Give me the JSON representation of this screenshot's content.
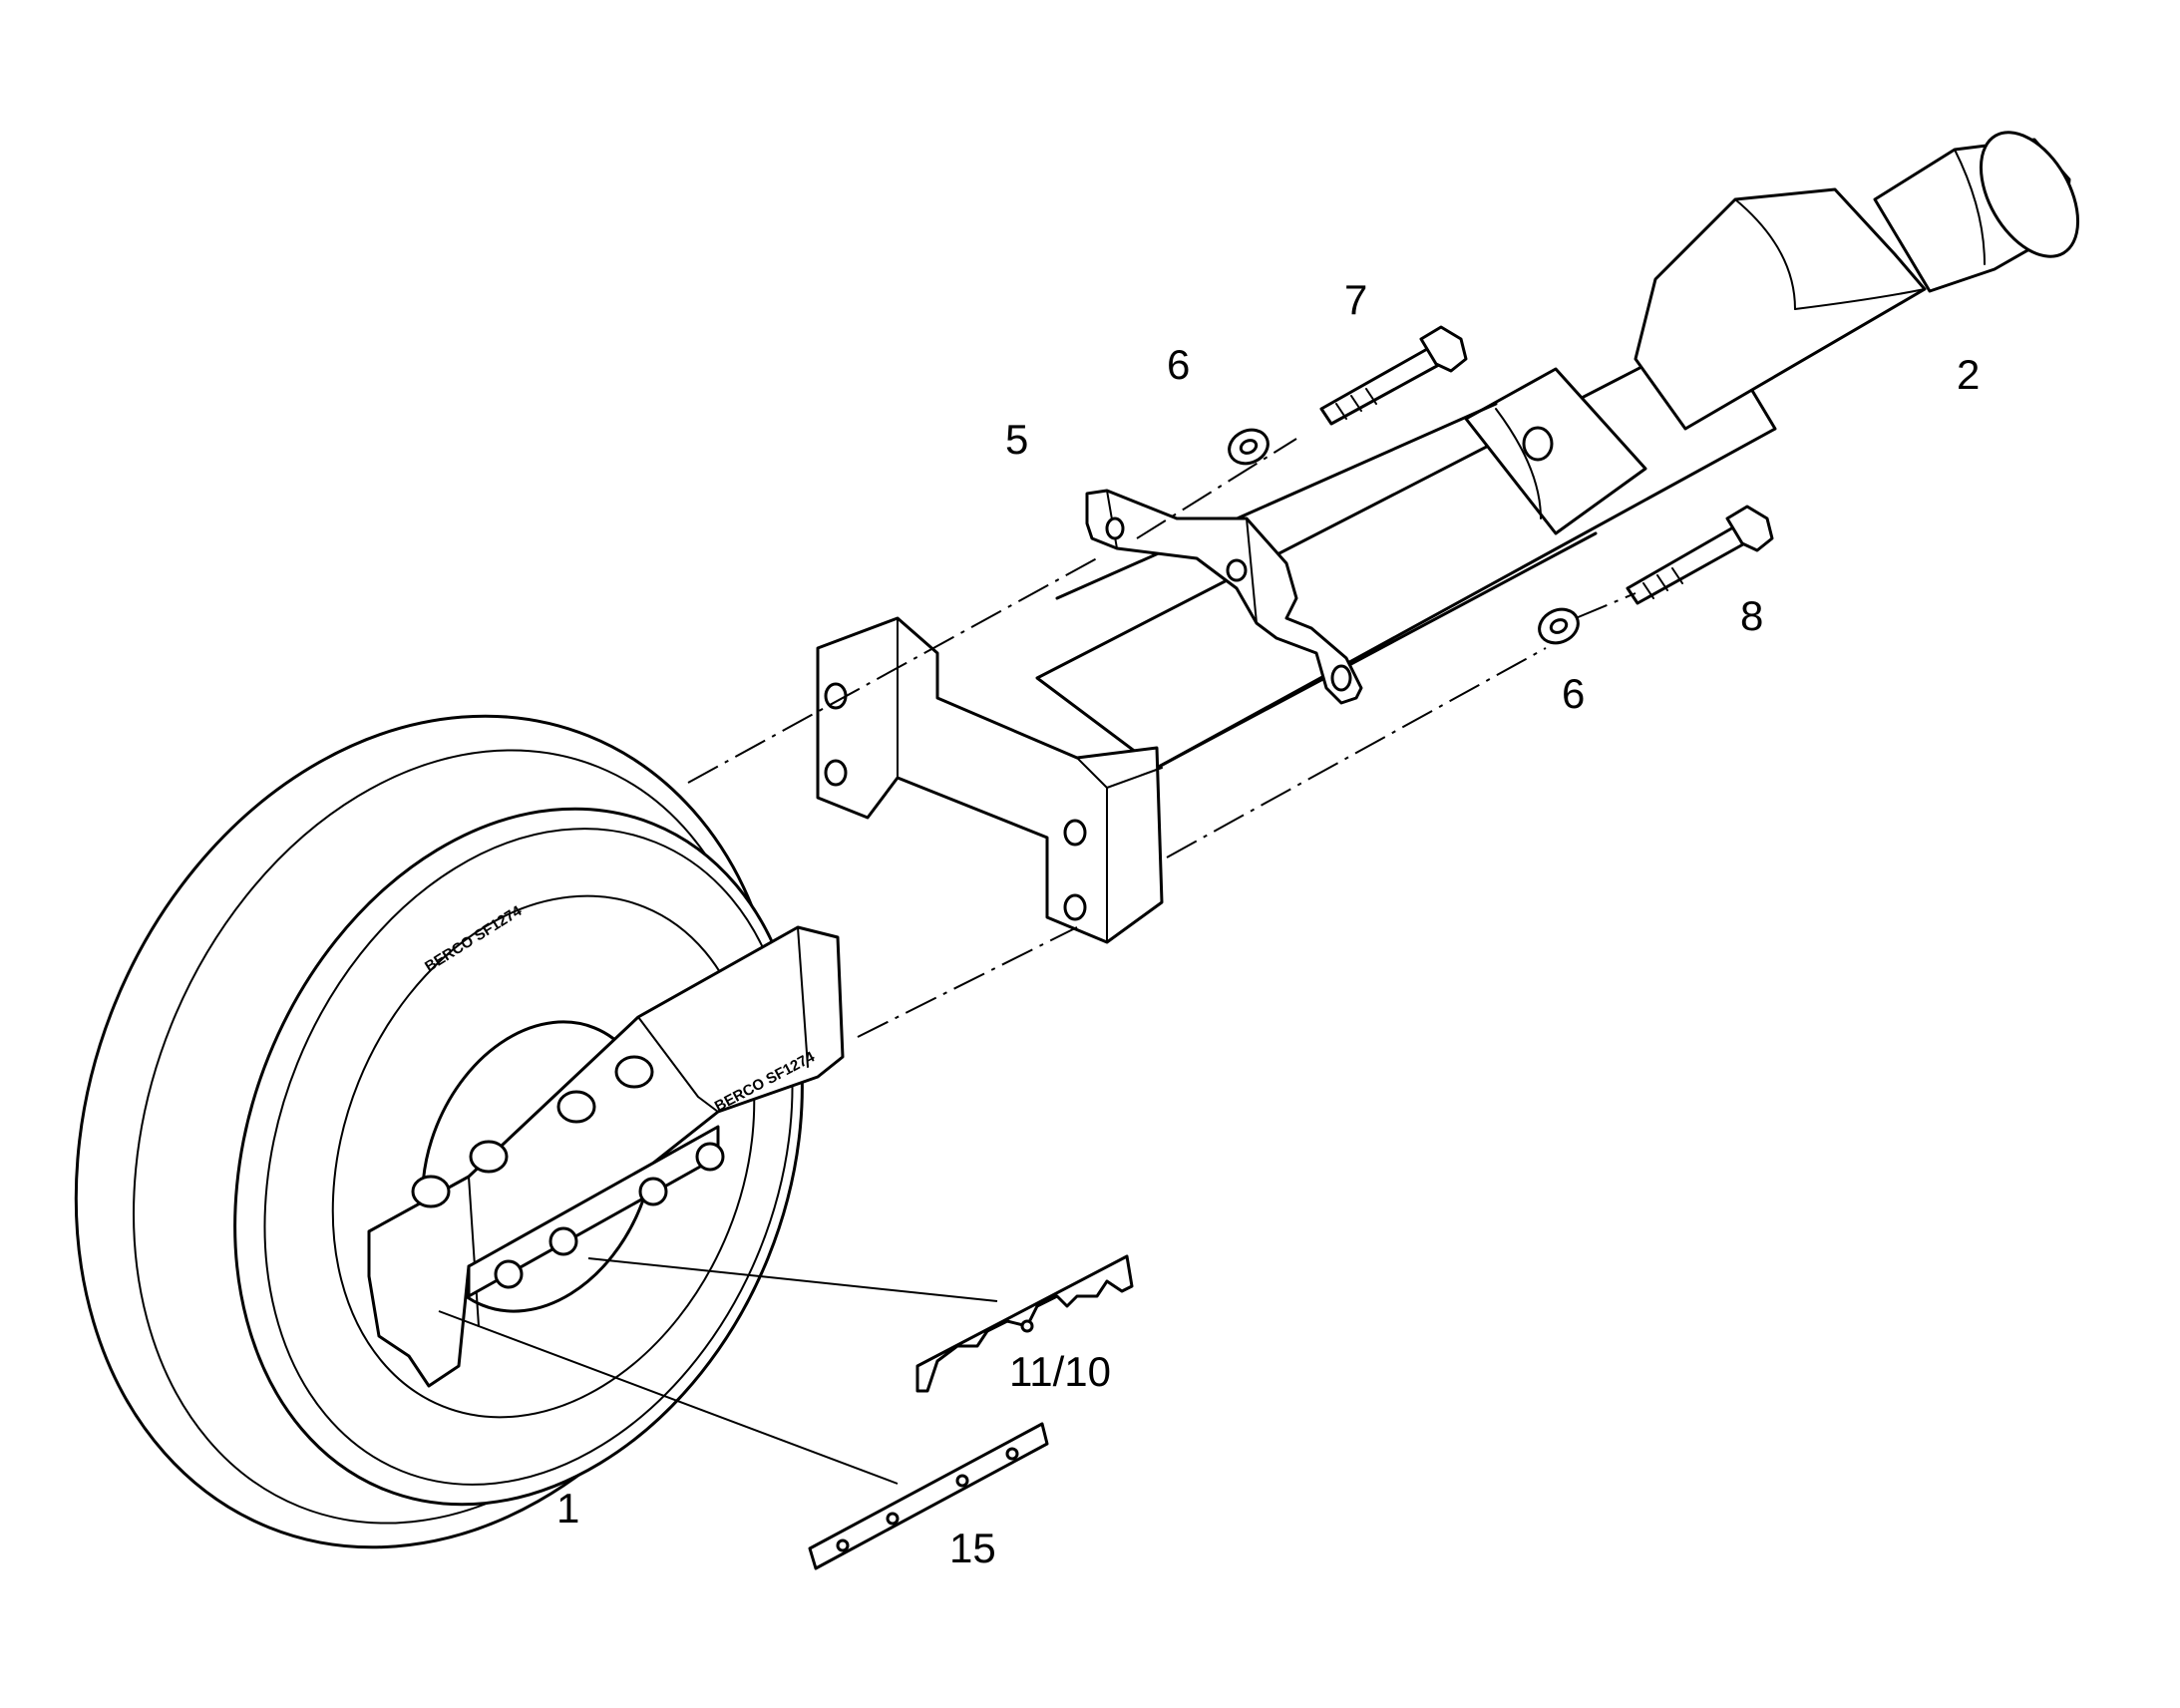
{
  "diagram": {
    "callouts": {
      "c1": "1",
      "c2": "2",
      "c5": "5",
      "c6_top": "6",
      "c6_bottom": "6",
      "c7": "7",
      "c8": "8",
      "c11_10": "11/10",
      "c15": "15"
    },
    "stamps": {
      "wheel": "BERCO SF1274",
      "bracket": "BERCO SF1274"
    }
  }
}
